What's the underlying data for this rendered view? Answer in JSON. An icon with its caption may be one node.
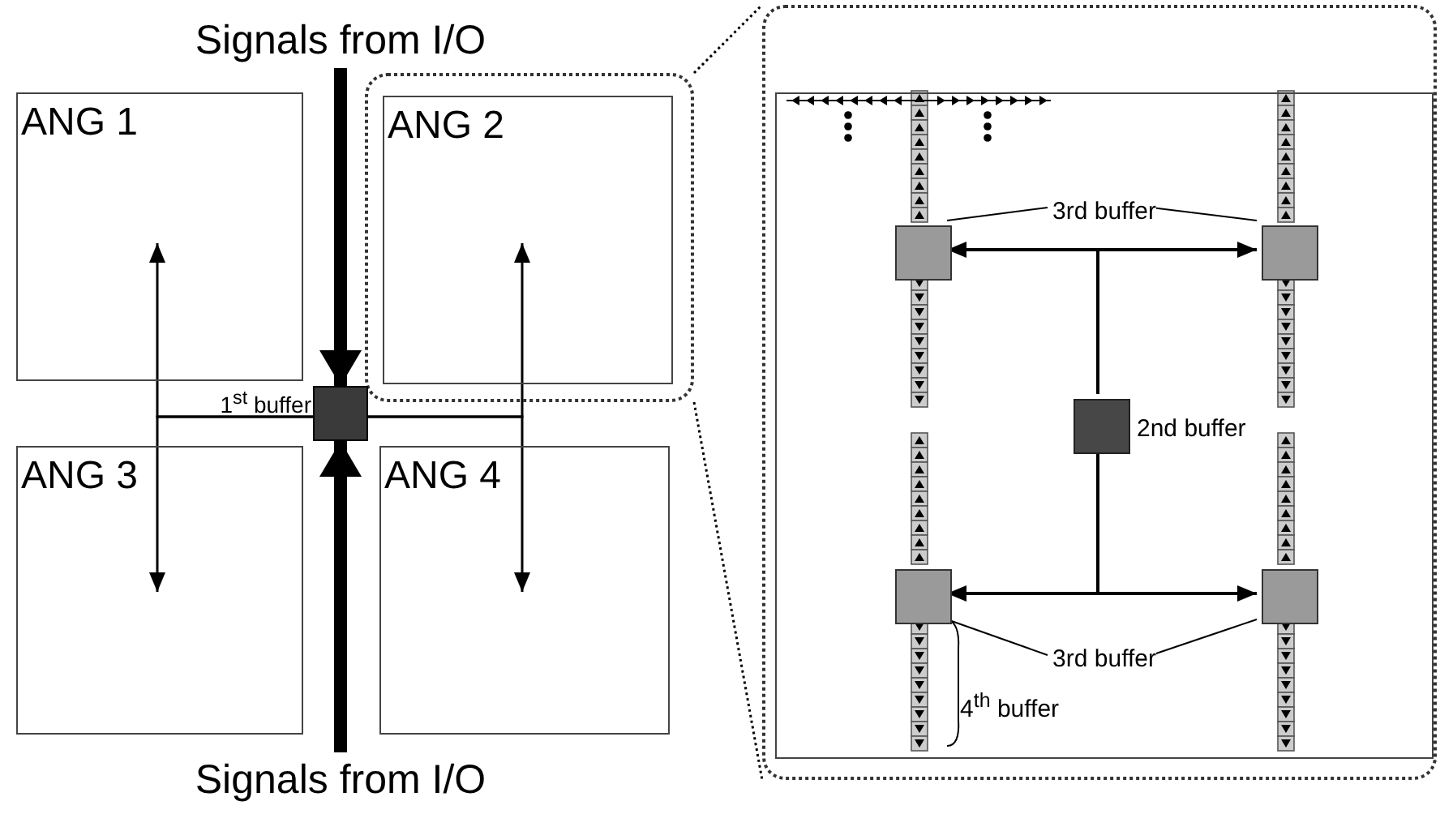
{
  "diagram": {
    "nodes": [
      {
        "text": [
          "Signals from I/O"
        ]
      },
      {
        "text": [
          "ANG 1"
        ]
      },
      {
        "text": [],
        "shape": "box"
      },
      {
        "text": [
          "ANG 2"
        ],
        "in": 2
      },
      {
        "text": [
          "ANG 3"
        ]
      },
      {
        "text": [
          "ANG 4"
        ]
      },
      {
        "text": [],
        "shape": "box",
        "beside": [
          "1$^{st}$ buffer"
        ]
      },
      {
        "text": [
          "Signals from I/O"
        ]
      },
      {
        "text": [],
        "shape": "box"
      },
      {
        "text": [],
        "shape": "box",
        "in": 8
      },
      {
        "text": [],
        "shape": "box",
        "in": 9
      },
      {
        "text": [],
        "shape": "box",
        "in": 9
      },
      {
        "text": [],
        "shape": "box",
        "in": 9,
        "beside": [
          "2nd buffer"
        ]
      },
      {
        "text": [],
        "shape": "box",
        "in": 9
      },
      {
        "text": [],
        "shape": "box",
        "in": 9
      },
      {
        "text": [
          "3rd buffer"
        ],
        "in": 9
      },
      {
        "text": [
          "3rd buffer"
        ],
        "in": 9
      }
    ],
    "edges": [
      {
        "from": 0,
        "to": 6,
        "arrow": "to",
        "style": "thick"
      },
      {
        "from": 7,
        "to": 6,
        "arrow": "to",
        "style": "thick"
      },
      {
        "from": 6,
        "to": 1,
        "arrow": "to"
      },
      {
        "from": 6,
        "to": 4,
        "arrow": "to"
      },
      {
        "from": 6,
        "to": 3,
        "arrow": "to"
      },
      {
        "from": 6,
        "to": 5,
        "arrow": "to"
      },
      {
        "from": 2,
        "to": 8,
        "arrow": "none",
        "style": "dashed"
      },
      {
        "from": 2,
        "to": 8,
        "arrow": "none",
        "style": "dashed"
      },
      {
        "from": 12,
        "to": 10,
        "arrow": "to"
      },
      {
        "from": 12,
        "to": 11,
        "arrow": "to"
      },
      {
        "from": 12,
        "to": 13,
        "arrow": "to"
      },
      {
        "from": 12,
        "to": 14,
        "arrow": "to"
      },
      {
        "from": 15,
        "to": 10,
        "arrow": "none"
      },
      {
        "from": 15,
        "to": 11,
        "arrow": "none"
      },
      {
        "from": 16,
        "to": 13,
        "arrow": "none"
      },
      {
        "from": 16,
        "to": 14,
        "arrow": "none"
      }
    ],
    "labels": [
      "4$^{th}$ buffer"
    ]
  }
}
